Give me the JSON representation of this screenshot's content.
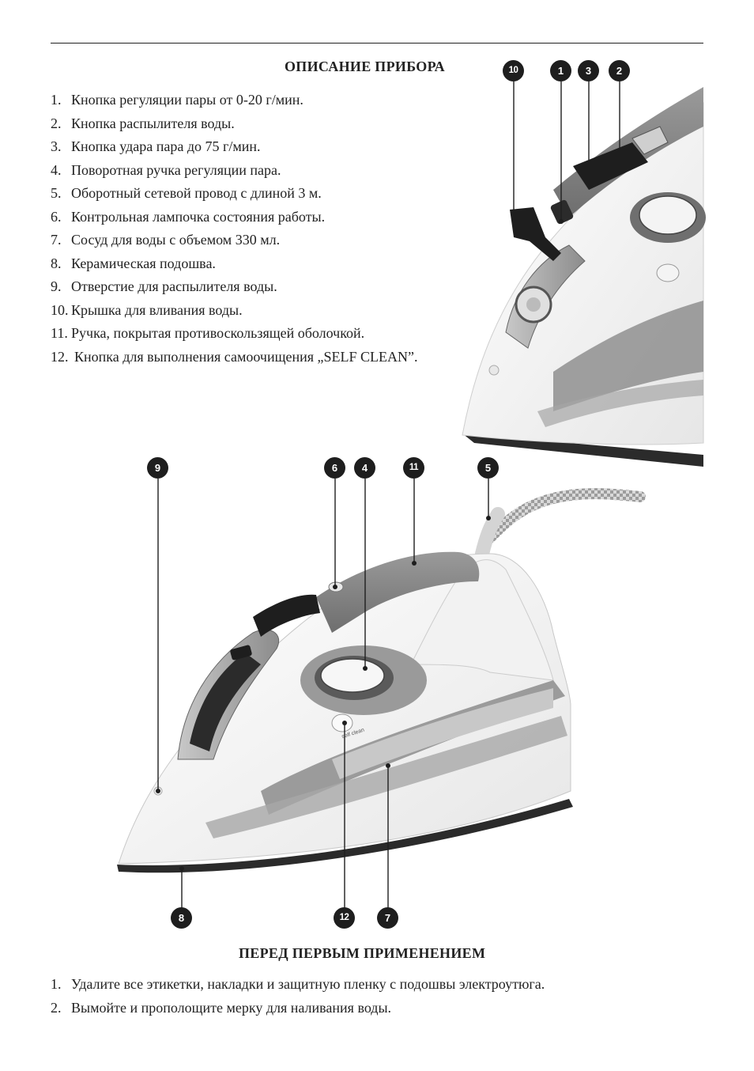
{
  "description_heading": "ОПИСАНИЕ ПРИБОРА",
  "description_items": [
    {
      "num": "1.",
      "text": "Кнопка регуляции пары от 0-20 г/мин."
    },
    {
      "num": "2.",
      "text": "Кнопка распылителя воды."
    },
    {
      "num": "3.",
      "text": "Кнопка удара пара до 75 г/мин."
    },
    {
      "num": "4.",
      "text": "Поворотная ручка регуляции пара."
    },
    {
      "num": "5.",
      "text": "Оборотный сетевой провод с длиной 3 м."
    },
    {
      "num": "6.",
      "text": "Контрольная лампочка состояния работы."
    },
    {
      "num": "7.",
      "text": "Сосуд для воды с объемом 330 мл."
    },
    {
      "num": "8.",
      "text": "Керамическая подошва."
    },
    {
      "num": "9.",
      "text": "Отверстие для распылителя воды."
    },
    {
      "num": "10.",
      "text": "Крышка для вливания воды."
    },
    {
      "num": "11.",
      "text": "Ручка, покрытая противоскользящей оболочкой."
    },
    {
      "num": "12.",
      "text": "Кнопка для выполнения самоочищения „SELF CLEAN”."
    }
  ],
  "callouts_top": [
    "10",
    "1",
    "3",
    "2"
  ],
  "callouts_bottom_top": [
    "9",
    "6",
    "4",
    "11",
    "5"
  ],
  "callouts_bottom_bottom": [
    "8",
    "12",
    "7"
  ],
  "iron_dial_text": "self clean",
  "first_use_heading": "ПЕРЕД ПЕРВЫМ ПРИМЕНЕНИЕМ",
  "first_use_items": [
    {
      "num": "1.",
      "text": "Удалите все этикетки, накладки и защитную пленку с подошвы электроутюга."
    },
    {
      "num": "2.",
      "text": "Вымойте и прополощите мерку для наливания воды."
    }
  ],
  "colors": {
    "text": "#222222",
    "badge": "#1e1e1e",
    "iron_body": "#ffffff",
    "iron_accent": "#8a8a8a",
    "soleplate": "#2b2b2b"
  }
}
